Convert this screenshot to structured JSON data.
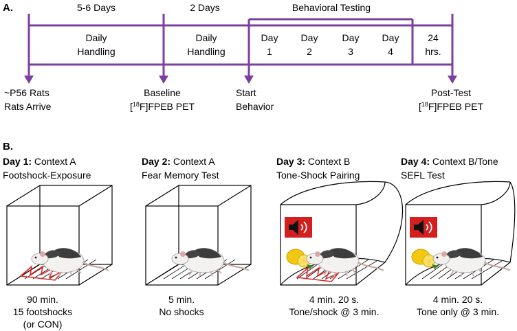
{
  "panel_a": {
    "label": "A.",
    "periods": [
      "5-6 Days",
      "2 Days"
    ],
    "testing_label": "Behavioral Testing",
    "cells": {
      "handling1": [
        "Daily",
        "Handling"
      ],
      "handling2": [
        "Daily",
        "Handling"
      ],
      "days": [
        [
          "Day",
          "1"
        ],
        [
          "Day",
          "2"
        ],
        [
          "Day",
          "3"
        ],
        [
          "Day",
          "4"
        ]
      ],
      "hrs": [
        "24",
        "hrs."
      ]
    },
    "events": {
      "arrive": [
        "~P56 Rats",
        "Rats Arrive"
      ],
      "baseline": {
        "line1": "Baseline",
        "pre": "[",
        "sup": "18",
        "post": "F]FPEB PET"
      },
      "start": [
        "Start",
        "Behavior"
      ],
      "posttest": {
        "line1": "Post-Test",
        "pre": "[",
        "sup": "18",
        "post": "F]FPEB PET"
      }
    },
    "colors": {
      "timeline": "#7b3fa0"
    }
  },
  "panel_b": {
    "label": "B.",
    "days": [
      {
        "bold": "Day 1:",
        "title": " Context A",
        "subtitle": "Footshock-Exposure",
        "caption": [
          "90 min.",
          "15 footshocks",
          "(or CON)"
        ]
      },
      {
        "bold": "Day 2:",
        "title": " Context A",
        "subtitle": "Fear Memory Test",
        "caption": [
          "5 min.",
          "No shocks"
        ]
      },
      {
        "bold": "Day 3:",
        "title": " Context B",
        "subtitle": "Tone-Shock Pairing",
        "caption": [
          "4 min. 20 s.",
          "Tone/shock @ 3 min."
        ]
      },
      {
        "bold": "Day 4:",
        "title": " Context B/Tone",
        "subtitle": "SEFL Test",
        "caption": [
          "4 min. 20 s.",
          "Tone only @ 3 min."
        ]
      }
    ],
    "colors": {
      "speaker": "#d41f1f",
      "shock": "#e02020",
      "lemon": "#f4c811"
    }
  }
}
